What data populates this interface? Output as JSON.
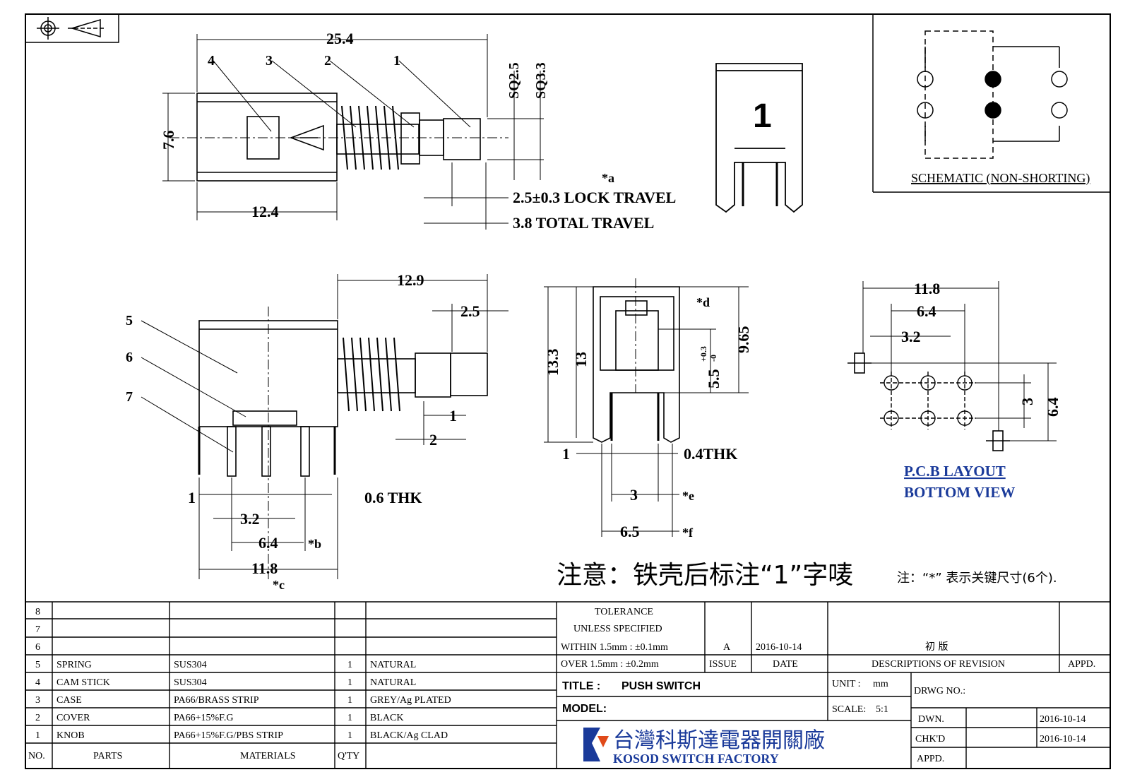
{
  "top_view": {
    "width_total": "25.4",
    "height": "7.6",
    "body_length": "12.4",
    "balloons": [
      "4",
      "3",
      "2",
      "1"
    ],
    "sq_small": "SQ2.5",
    "sq_large": "SQ3.3",
    "star_a": "*a",
    "lock_travel": "2.5±0.3 LOCK TRAVEL",
    "total_travel": "3.8 TOTAL TRAVEL"
  },
  "end_view": {
    "marking": "1"
  },
  "schematic": {
    "label": "SCHEMATIC (NON-SHORTING)"
  },
  "side_view": {
    "length": "12.9",
    "knob": "2.5",
    "balloons": [
      "5",
      "6",
      "7"
    ],
    "dim_1": "1",
    "dim_2": "2",
    "dim_1b": "1",
    "dim_32": "3.2",
    "dim_64": "6.4",
    "star_b": "*b",
    "thk": "0.6 THK",
    "dim_118": "11.8",
    "star_c": "*c"
  },
  "front_view": {
    "h133": "13.3",
    "h13": "13",
    "h965": "9.65",
    "h55": "5.5",
    "h55_tol_plus": "+0.3",
    "h55_tol_minus": "-0",
    "star_d": "*d",
    "dim_1": "1",
    "thk": "0.4THK",
    "dim_3": "3",
    "star_e": "*e",
    "dim_65": "6.5",
    "star_f": "*f"
  },
  "pcb": {
    "w118": "11.8",
    "w64": "6.4",
    "w32": "3.2",
    "h3": "3",
    "h64": "6.4",
    "label_1": "P.C.B LAYOUT",
    "label_2": "BOTTOM VIEW",
    "label_color": "#1a3a9a"
  },
  "notes": {
    "main": "注意：铁壳后标注“1”字唛",
    "star": "注：“*”  表示关键尺寸(6个)."
  },
  "parts_table": {
    "rows": [
      {
        "no": "8",
        "part": "",
        "material": "",
        "qty": "",
        "finish": ""
      },
      {
        "no": "7",
        "part": "",
        "material": "",
        "qty": "",
        "finish": ""
      },
      {
        "no": "6",
        "part": "",
        "material": "",
        "qty": "",
        "finish": ""
      },
      {
        "no": "5",
        "part": "SPRING",
        "material": "SUS304",
        "qty": "1",
        "finish": "NATURAL"
      },
      {
        "no": "4",
        "part": "CAM STICK",
        "material": "SUS304",
        "qty": "1",
        "finish": "NATURAL"
      },
      {
        "no": "3",
        "part": "CASE",
        "material": "PA66/BRASS STRIP",
        "qty": "1",
        "finish": "GREY/Ag PLATED"
      },
      {
        "no": "2",
        "part": "COVER",
        "material": "PA66+15%F.G",
        "qty": "1",
        "finish": "BLACK"
      },
      {
        "no": "1",
        "part": "KNOB",
        "material": "PA66+15%F.G/PBS STRIP",
        "qty": "1",
        "finish": "BLACK/Ag CLAD"
      }
    ],
    "header": {
      "no": "NO.",
      "part": "PARTS",
      "material": "MATERIALS",
      "qty": "Q'TY"
    }
  },
  "title_block": {
    "tol_1": "TOLERANCE",
    "tol_2": "UNLESS  SPECIFIED",
    "tol_3": "WITHIN 1.5mm : ±0.1mm",
    "tol_4": "OVER 1.5mm : ±0.2mm",
    "rev_issue": "A",
    "rev_date": "2016-10-14",
    "rev_desc": "初    版",
    "hdr_issue": "ISSUE",
    "hdr_date": "DATE",
    "hdr_desc": "DESCRIPTIONS OF REVISION",
    "hdr_appd": "APPD.",
    "title_lbl": "TITLE :",
    "title_val": "PUSH SWITCH",
    "unit_lbl": "UNIT :",
    "unit_val": "mm",
    "drwg_lbl": "DRWG NO.:",
    "model_lbl": "MODEL:",
    "scale_lbl": "SCALE:",
    "scale_val": "5:1",
    "dwn_lbl": "DWN.",
    "dwn_val": "2016-10-14",
    "chkd_lbl": "CHK'D",
    "chkd_val": "2016-10-14",
    "appd_lbl": "APPD.",
    "company_cn": "台灣科斯達電器開關廠",
    "company_en": "KOSOD SWITCH FACTORY",
    "logo_color": "#1a3a9a",
    "logo_accent": "#e04a1a"
  }
}
